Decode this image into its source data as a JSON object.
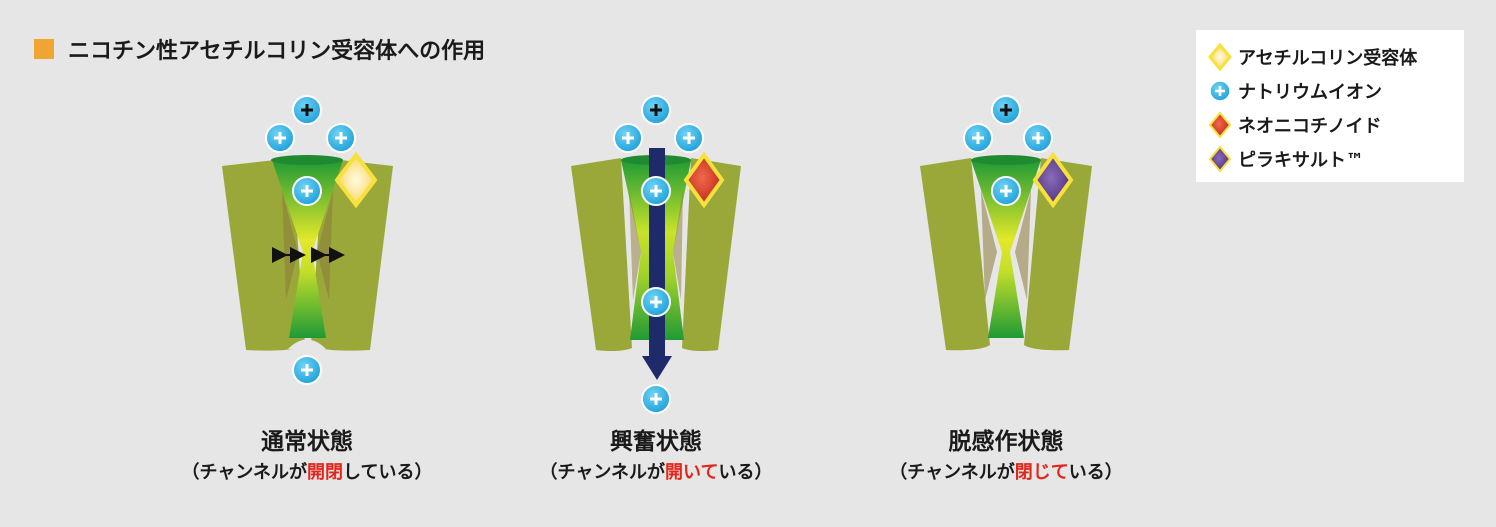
{
  "title": "ニコチン性アセチルコリン受容体への作用",
  "legend": [
    {
      "label": "アセチルコリン受容体",
      "icon": "yellow-diamond-icon",
      "color": "#f6e24a"
    },
    {
      "label": "ナトリウムイオン",
      "icon": "sodium-ion-icon",
      "color": "#2bb3e8"
    },
    {
      "label": "ネオニコチノイド",
      "icon": "red-diamond-icon",
      "color": "#d9372b"
    },
    {
      "label": "ピラキサルト™",
      "icon": "purple-diamond-icon",
      "color": "#6b4a98"
    }
  ],
  "panels": [
    {
      "state": "通常状態",
      "desc_before": "（チャンネルが",
      "desc_highlight": "開閉",
      "desc_after": "している）"
    },
    {
      "state": "興奮状態",
      "desc_before": "（チャンネルが",
      "desc_highlight": "開いて",
      "desc_after": "いる）"
    },
    {
      "state": "脱感作状態",
      "desc_before": "（チャンネルが",
      "desc_highlight": "閉じて",
      "desc_after": "いる）"
    }
  ],
  "colors": {
    "title_marker": "#f0a431",
    "membrane": "#9aa83a",
    "channel_green": "#2fa838",
    "channel_yellow": "#e3e82a",
    "sodium_ion": "#2bb3e8",
    "flow_arrow": "#1f2a6b",
    "highlight_text": "#e1261c"
  }
}
